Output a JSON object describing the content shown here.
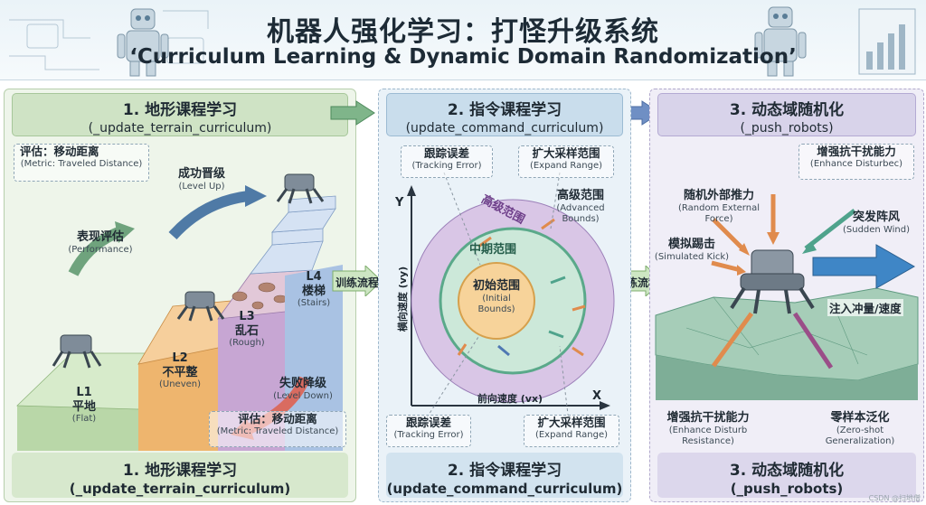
{
  "header": {
    "title_cn": "机器人强化学习：打怪升级系统",
    "title_en": "‘Curriculum Learning & Dynamic Domain Randomization’"
  },
  "panel1": {
    "head_title": "1. 地形课程学习",
    "head_sub": "(_update_terrain_curriculum)",
    "metric_top_cn": "评估：移动距离",
    "metric_top_en": "(Metric: Traveled Distance)",
    "level_up_cn": "成功晋级",
    "level_up_en": "(Level Up)",
    "perf_cn": "表现评估",
    "perf_en": "(Performance)",
    "level_down_cn": "失败降级",
    "level_down_en": "(Level Down)",
    "metric_bottom_cn": "评估：移动距离",
    "metric_bottom_en": "(Metric: Traveled Distance)",
    "l1_num": "L1",
    "l1_cn": "平地",
    "l1_en": "(Flat)",
    "l2_num": "L2",
    "l2_cn": "不平整",
    "l2_en": "(Uneven)",
    "l3_num": "L3",
    "l3_cn": "乱石",
    "l3_en": "(Rough)",
    "l4_num": "L4",
    "l4_cn": "楼梯",
    "l4_en": "(Stairs)",
    "foot_title": "1. 地形课程学习",
    "foot_sub": "(_update_terrain_curriculum)",
    "colors": {
      "l1": "#cfe6c3",
      "l2": "#f3c486",
      "l3": "#d9b8d8",
      "l4": "#b9cde8"
    }
  },
  "flow_label_1": "训练流程",
  "flow_label_2": "训练流程",
  "panel2": {
    "head_title": "2. 指令课程学习",
    "head_sub": "(update_command_curriculum)",
    "tracking_top_cn": "跟踪误差",
    "tracking_top_en": "(Tracking Error)",
    "expand_top_cn": "扩大采样范围",
    "expand_top_en": "(Expand Range)",
    "advanced_cn": "高级范围",
    "advanced_en": "(Advanced Bounds)",
    "ring_outer": "高级范围",
    "ring_mid": "中期范围",
    "center_cn": "初始范围",
    "center_en1": "(Initial",
    "center_en2": "Bounds)",
    "axis_y": "Y",
    "axis_x": "X",
    "axis_y_label": "横向速度 (vy)",
    "axis_x_label": "前向速度 (vx)",
    "tracking_bottom_cn": "跟踪误差",
    "tracking_bottom_en": "(Tracking Error)",
    "expand_bottom_cn": "扩大采样范围",
    "expand_bottom_en": "(Expand Range)",
    "foot_title": "2. 指令课程学习",
    "foot_sub": "(update_command_curriculum)"
  },
  "panel3": {
    "head_title": "3. 动态域随机化",
    "head_sub": "(_push_robots)",
    "enhance_top_cn": "增强抗干扰能力",
    "enhance_top_en": "(Enhance Disturbec)",
    "random_force_cn": "随机外部推力",
    "random_force_en": "(Random External Force)",
    "wind_cn": "突发阵风",
    "wind_en": "(Sudden Wind)",
    "kick_cn": "模拟踢击",
    "kick_en": "(Simulated Kick)",
    "impulse": "注入冲量/速度",
    "enhance_bottom_cn": "增强抗干扰能力",
    "enhance_bottom_en1": "(Enhance Disturb",
    "enhance_bottom_en2": "Resistance)",
    "zeroshot_cn": "零样本泛化",
    "zeroshot_en1": "(Zero-shot",
    "zeroshot_en2": "Generalization)",
    "foot_title": "3. 动态域随机化",
    "foot_sub": "(_push_robots)"
  },
  "watermark": "CSDN @扫地僧"
}
